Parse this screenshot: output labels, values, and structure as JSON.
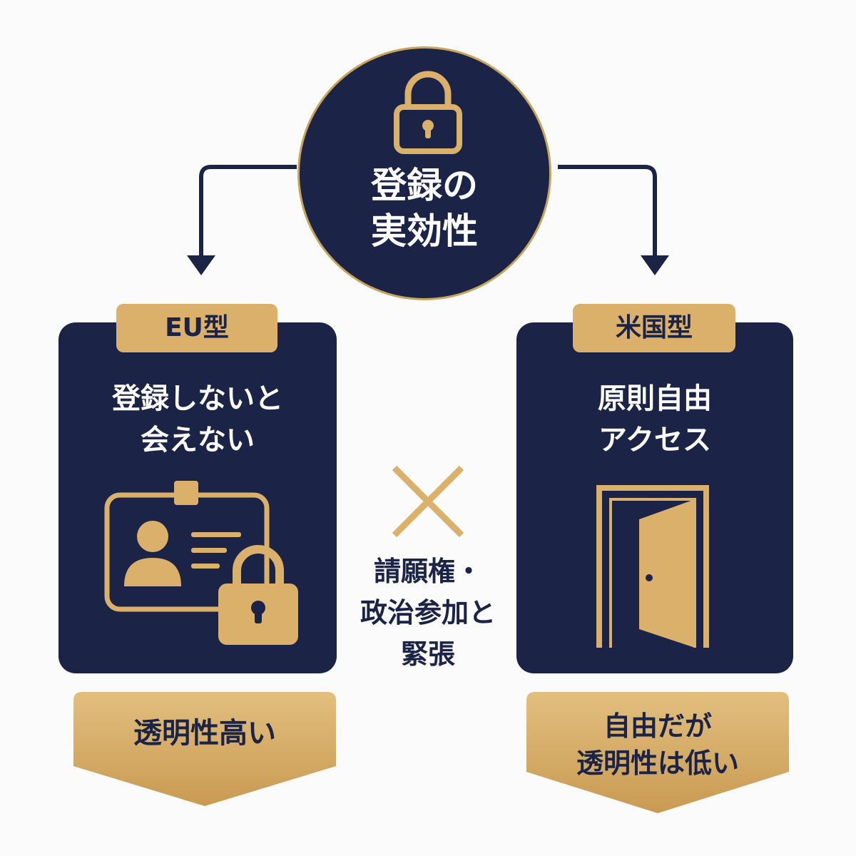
{
  "hub": {
    "title_line1": "登録の",
    "title_line2": "実効性",
    "icon": "lock-icon"
  },
  "left": {
    "tag": "EU型",
    "text_line1": "登録しないと",
    "text_line2": "会えない",
    "icon": "id-card-lock-icon",
    "result": "透明性高い"
  },
  "right": {
    "tag": "米国型",
    "text_line1": "原則自由",
    "text_line2": "アクセス",
    "icon": "open-door-icon",
    "result_line1": "自由だが",
    "result_line2": "透明性は低い"
  },
  "center": {
    "symbol": "cross-icon",
    "line1": "請願権・",
    "line2": "政治参加と",
    "line3": "緊張"
  },
  "colors": {
    "navy": "#1b2347",
    "gold": "#dbb06b",
    "background": "#fbfbfb"
  }
}
